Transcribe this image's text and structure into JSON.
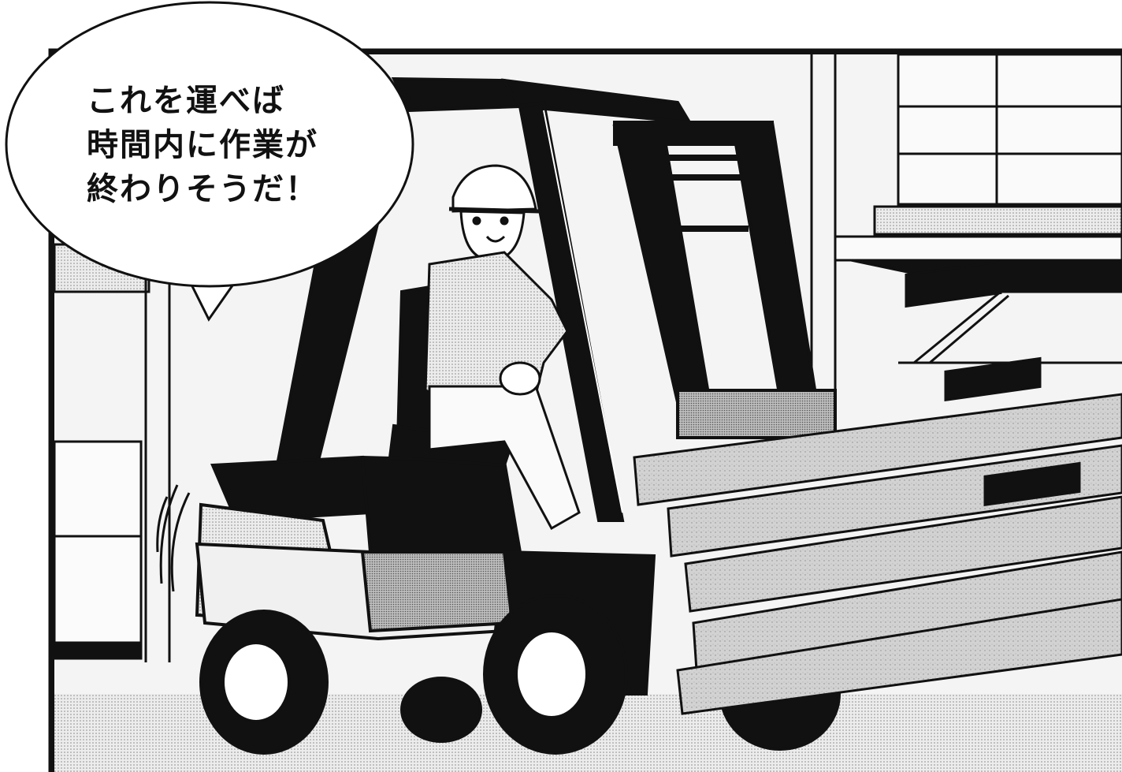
{
  "speech_bubble": {
    "lines": [
      "これを運べば",
      "時間内に作業が",
      "終わりそうだ！"
    ]
  },
  "colors": {
    "ink": "#111111",
    "paper": "#ffffff",
    "screentone": "#d8d8d8",
    "pallet": "#c9c9c9"
  }
}
